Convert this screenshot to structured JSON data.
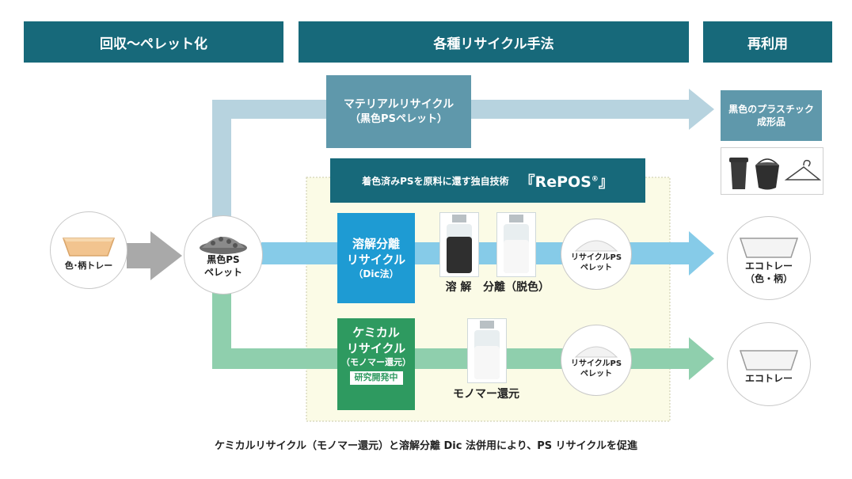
{
  "headers": {
    "collection": "回収～ペレット化",
    "recycle_methods": "各種リサイクル手法",
    "reuse": "再利用"
  },
  "material": {
    "line1": "マテリアルリサイクル",
    "line2": "（黒色PSペレット）"
  },
  "black_products": {
    "line1": "黒色のプラスチック",
    "line2": "成形品",
    "icons": [
      "trash-bin-icon",
      "bucket-icon",
      "hanger-icon"
    ]
  },
  "repos_banner": {
    "text": "着色済みPSを原料に還す独自技術",
    "name": "『RePOS",
    "reg": "®",
    "close": "』"
  },
  "source": {
    "tray_label": "色･柄トレー",
    "pellet_line1": "黒色PS",
    "pellet_line2": "ペレット"
  },
  "dissolution": {
    "line1": "溶解分離",
    "line2": "リサイクル",
    "line3": "（Dic法）",
    "step1": "溶 解",
    "step2": "分離（脱色）",
    "pellet_line1": "リサイクルPS",
    "pellet_line2": "ペレット",
    "output_line1": "エコトレー",
    "output_line2": "（色・柄）"
  },
  "chemical": {
    "line1": "ケミカル",
    "line2": "リサイクル",
    "line3": "（モノマー還元）",
    "badge": "研究開発中",
    "step": "モノマー還元",
    "pellet_line1": "リサイクルPS",
    "pellet_line2": "ペレット",
    "output_line1": "エコトレー"
  },
  "footer": "ケミカルリサイクル（モノマー還元）と溶解分離 Dic 法併用により、PS リサイクルを促進",
  "colors": {
    "header": "#17697a",
    "material": "#5f98ab",
    "material_arrow": "#b7d3df",
    "dissolution": "#1e9bd3",
    "dissolution_arrow": "#86cbe8",
    "chemical": "#2e9a60",
    "chemical_arrow": "#8fcfad",
    "repos_banner": "#17697a",
    "repos_area": "#fbfbe6",
    "grey_arrow": "#a9a9a9"
  }
}
